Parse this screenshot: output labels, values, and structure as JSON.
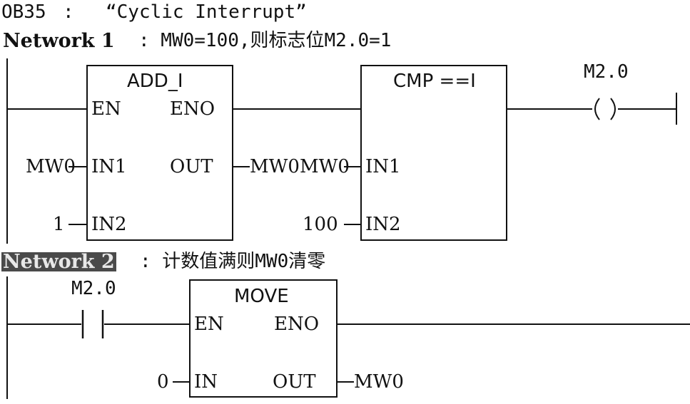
{
  "ob_header": {
    "ob": "OB35",
    "sep": ":",
    "comment": "“Cyclic Interrupt”"
  },
  "network1": {
    "label": "Network 1",
    "comment": ": MW0=100,则标志位M2.0=1",
    "add_block": {
      "title": "ADD_I",
      "en": "EN",
      "eno": "ENO",
      "in1": "IN1",
      "in2": "IN2",
      "out": "OUT",
      "in1_operand": "MW0",
      "in2_operand": "1",
      "out_operand": "MW0"
    },
    "cmp_block": {
      "title": "CMP ==I",
      "in1": "IN1",
      "in2": "IN2",
      "in1_operand": "MW0",
      "in2_operand": "100"
    },
    "coil": {
      "address": "M2.0",
      "symbol": "( )"
    }
  },
  "network2": {
    "label": "Network 2",
    "comment": ": 计数值满则MW0清零",
    "contact": {
      "address": "M2.0"
    },
    "move_block": {
      "title": "MOVE",
      "en": "EN",
      "eno": "ENO",
      "in": "IN",
      "out": "OUT",
      "in_operand": "0",
      "out_operand": "MW0"
    }
  }
}
